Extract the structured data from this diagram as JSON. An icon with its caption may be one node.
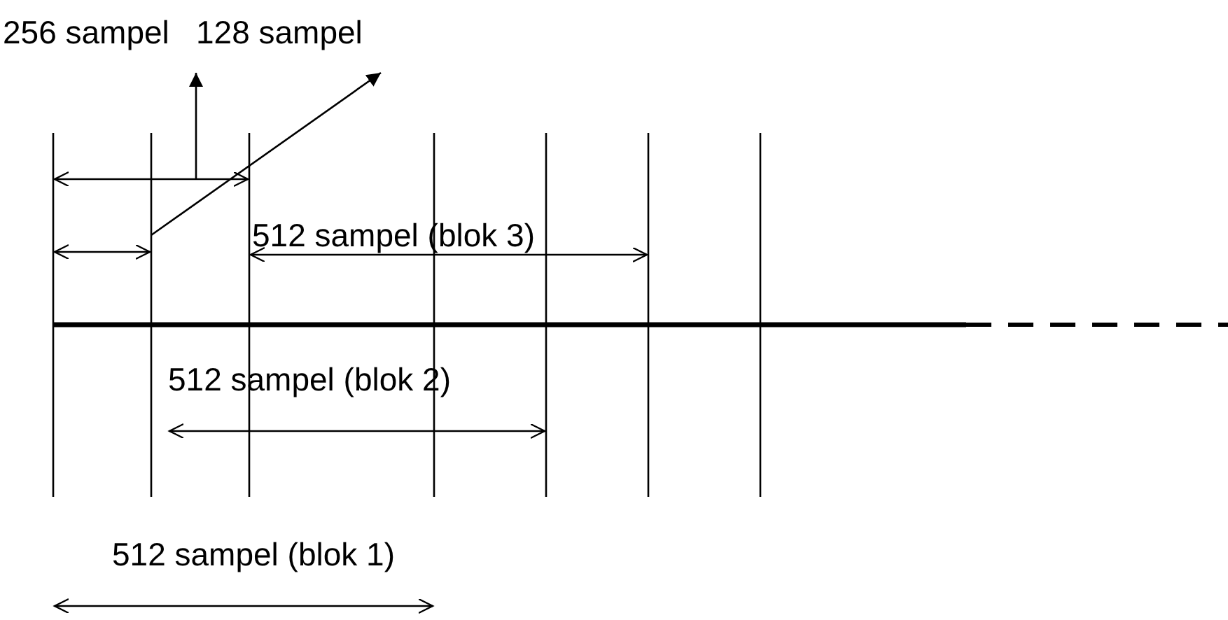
{
  "diagram": {
    "nodes": [
      {
        "text": [
          "256 sampel"
        ]
      },
      {
        "text": [
          "128 sampel"
        ]
      }
    ],
    "edges": [
      {
        "from": null,
        "to": 0,
        "arrow": "to"
      },
      {
        "from": null,
        "to": 1,
        "arrow": "to"
      }
    ],
    "labels": [
      "512 sampel (blok 3)",
      "512 sampel (blok 2)",
      "512 sampel (blok 1)"
    ]
  }
}
